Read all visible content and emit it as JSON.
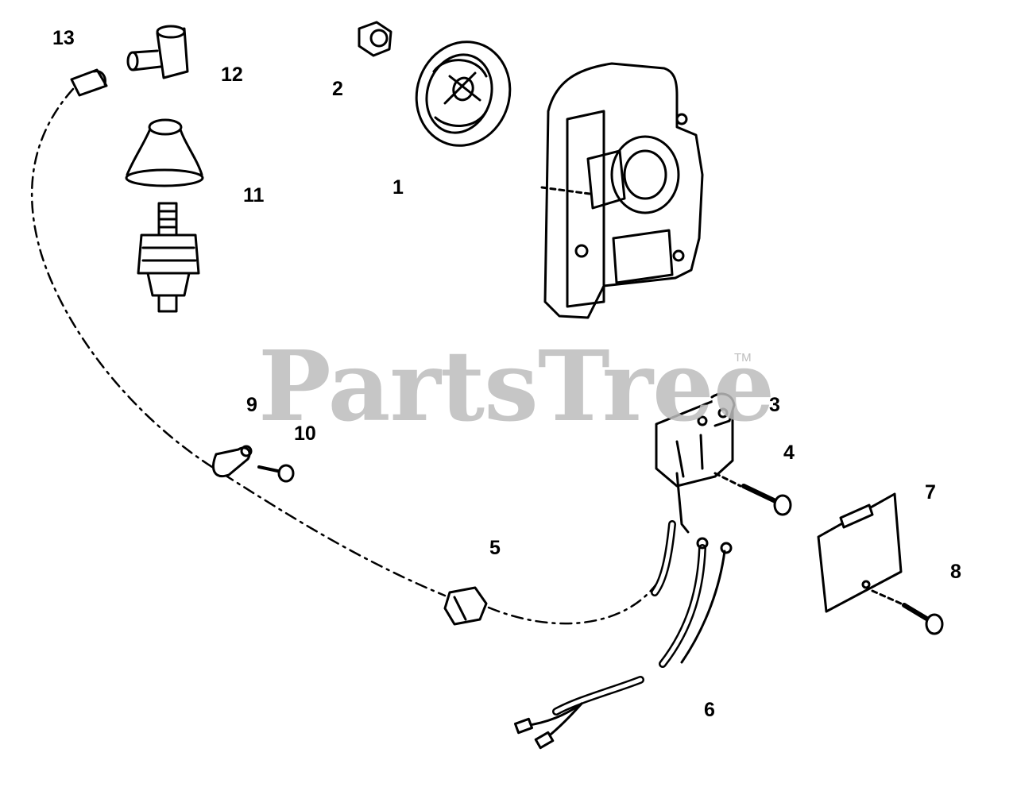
{
  "watermark": {
    "brand": "PartsTree",
    "trademark": "TM"
  },
  "callouts": {
    "c1": "1",
    "c2": "2",
    "c3": "3",
    "c4": "4",
    "c5": "5",
    "c6": "6",
    "c7": "7",
    "c8": "8",
    "c9": "9",
    "c10": "10",
    "c11": "11",
    "c12": "12",
    "c13": "13"
  }
}
